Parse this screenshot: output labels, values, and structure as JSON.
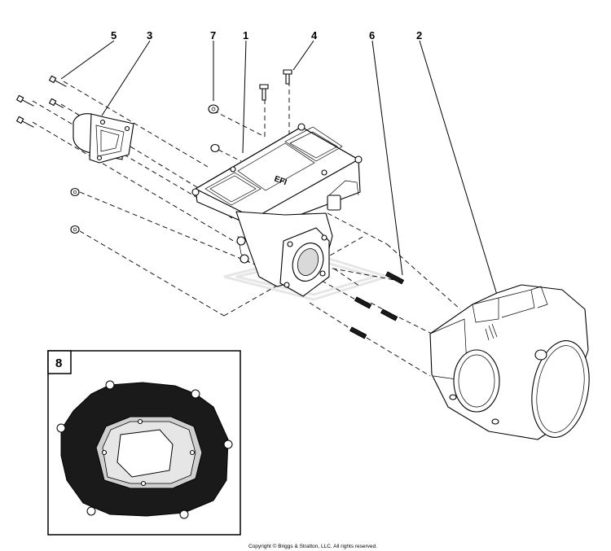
{
  "callouts": [
    "5",
    "3",
    "7",
    "1",
    "4",
    "6",
    "2"
  ],
  "inset": {
    "label": "8"
  },
  "copyright": "Copyright © Briggs & Stratton, LLC. All rights reserved."
}
